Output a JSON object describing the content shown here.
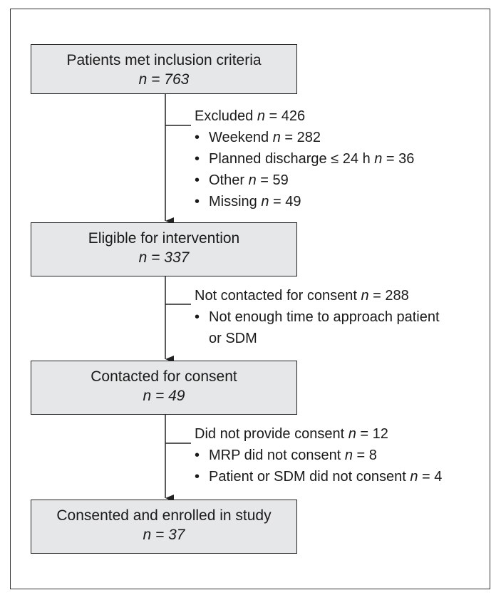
{
  "boxes": [
    {
      "title": "Patients met inclusion criteria",
      "n": "n = 763"
    },
    {
      "title": "Eligible for intervention",
      "n": "n = 337"
    },
    {
      "title": "Contacted for consent",
      "n": "n = 49"
    },
    {
      "title": "Consented and enrolled in study",
      "n": "n = 37"
    }
  ],
  "exclusions": [
    {
      "head": "Excluded  n = 426",
      "items": [
        "Weekend  n = 282",
        "Planned discharge ≤ 24 h  n = 36",
        "Other  n = 59",
        "Missing  n = 49"
      ]
    },
    {
      "head": "Not contacted for consent  n = 288",
      "items": [
        "Not enough time to approach patient",
        "or  SDM"
      ]
    },
    {
      "head": "Did not provide consent  n = 12",
      "items": [
        "MRP did not consent  n = 8",
        "Patient or SDM did not consent  n = 4"
      ]
    }
  ],
  "colors": {
    "box_fill": "#e6e7e8",
    "line": "#222222"
  }
}
